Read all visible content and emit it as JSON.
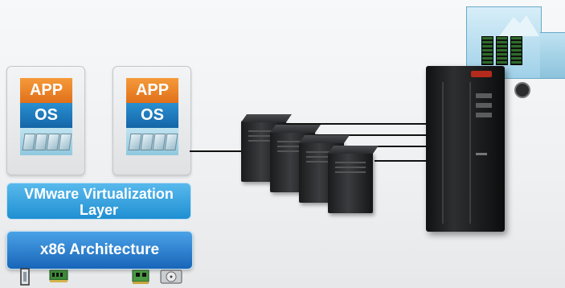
{
  "vms": [
    {
      "app_label": "APP",
      "os_label": "OS"
    },
    {
      "app_label": "APP",
      "os_label": "OS"
    }
  ],
  "virtualization_layer": {
    "line1": "VMware Virtualization",
    "line2": "Layer"
  },
  "hardware_layer": {
    "label": "x86 Architecture"
  },
  "colors": {
    "app_orange": "#e0701a",
    "os_blue": "#1466a8",
    "layer_blue": "#1f8fd2",
    "server_black": "#1a1b1d"
  },
  "icons": [
    "virtual-hardware-icon",
    "server-icon",
    "storage-rack-icon",
    "truck-icon",
    "cpu-icon",
    "memory-icon",
    "nic-icon",
    "disk-icon"
  ]
}
